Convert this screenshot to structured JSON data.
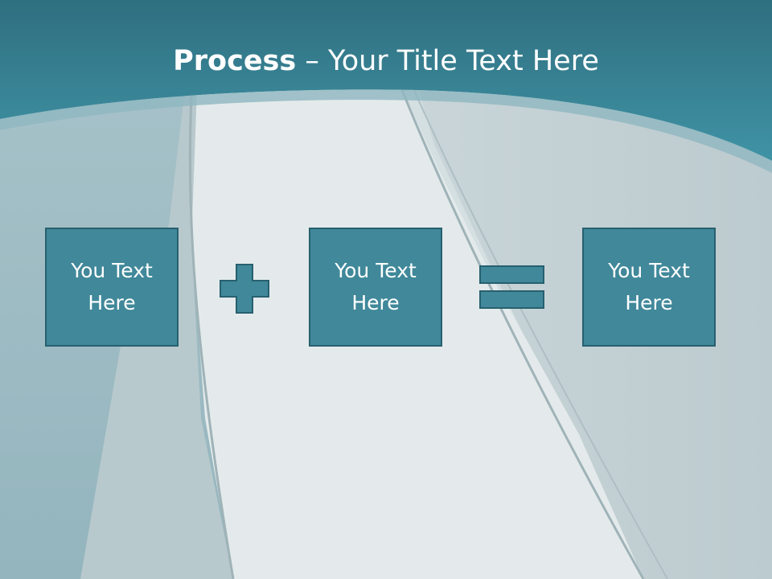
{
  "title": {
    "bold": "Process",
    "rest": " – Your Title Text Here"
  },
  "boxes": [
    {
      "label": "You Text Here"
    },
    {
      "label": "You Text Here"
    },
    {
      "label": "You Text Here"
    }
  ],
  "operators": {
    "plus": "plus-icon",
    "equals": "equals-icon"
  },
  "colors": {
    "header": "#3d8a9b",
    "box_fill": "#40889a",
    "box_border": "#27606f",
    "background": "#d4dfe2"
  }
}
